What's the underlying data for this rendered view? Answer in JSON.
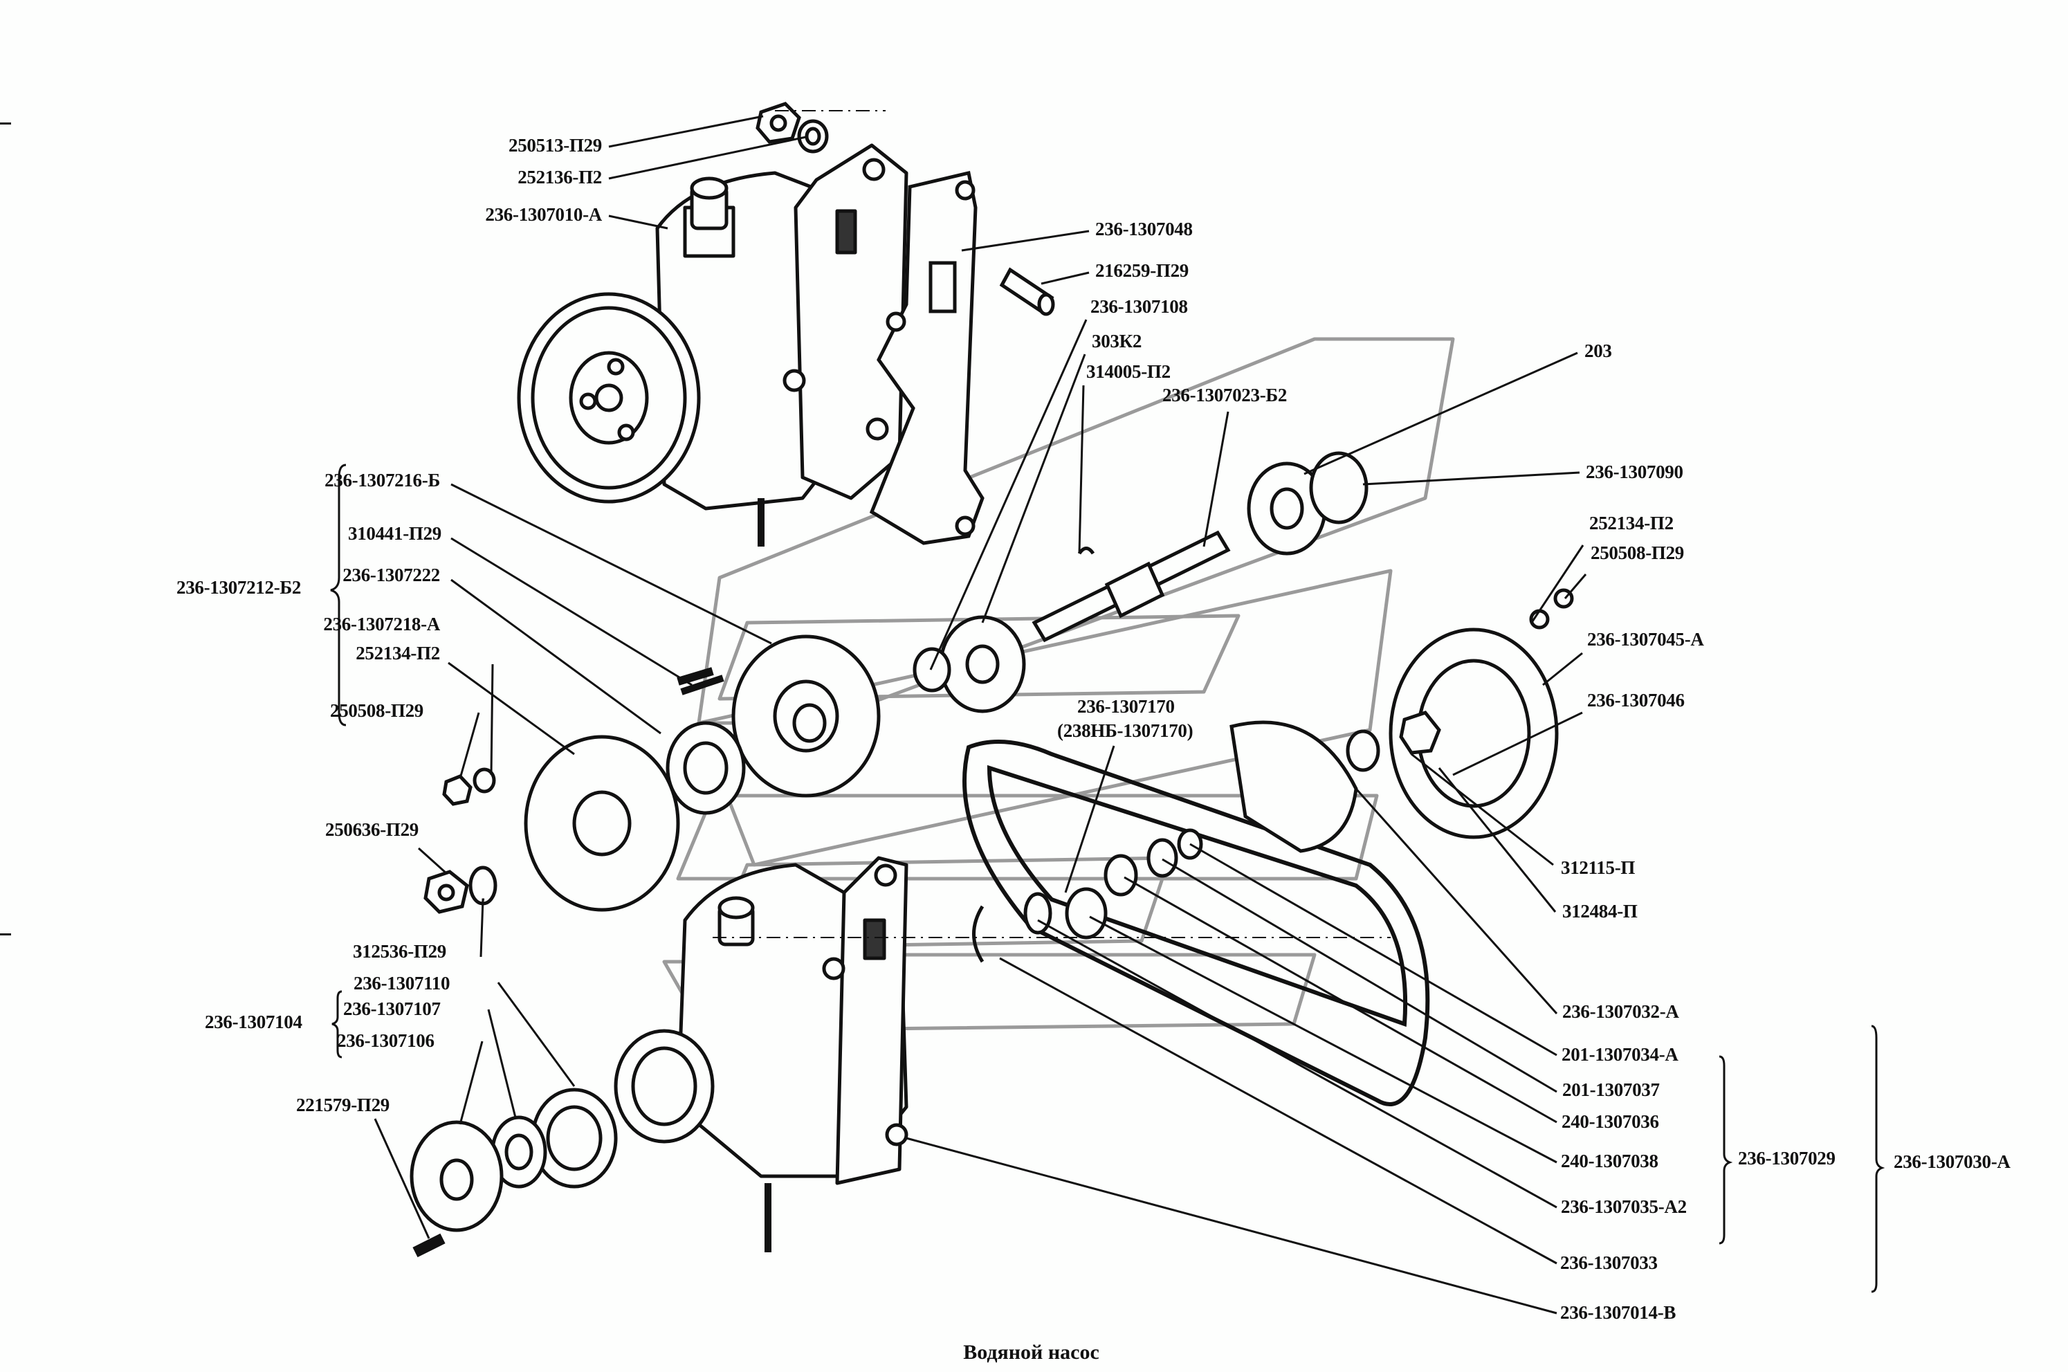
{
  "title": "Водяной насос",
  "watermark_color": "#9a9a9a",
  "line_color": "#111111",
  "labels": {
    "n250513_p29": "250513-П29",
    "n252136_p2": "252136-П2",
    "n236_1307010_a": "236-1307010-А",
    "n236_1307048": "236-1307048",
    "n216259_p29": "216259-П29",
    "n236_1307108": "236-1307108",
    "n303k2": "303К2",
    "n314005_p2": "314005-П2",
    "n236_1307023_b2": "236-1307023-Б2",
    "n203": "203",
    "n236_1307090": "236-1307090",
    "n252134_p2_right": "252134-П2",
    "n250508_p29_right": "250508-П29",
    "n236_1307045_a": "236-1307045-А",
    "n236_1307046": "236-1307046",
    "n236_1307170": "236-1307170",
    "n238nb_1307170": "(238НБ-1307170)",
    "n312115_p": "312115-П",
    "n312484_p": "312484-П",
    "n236_1307032_a": "236-1307032-А",
    "n201_1307034_a": "201-1307034-А",
    "n201_1307037": "201-1307037",
    "n240_1307036": "240-1307036",
    "n240_1307038": "240-1307038",
    "n236_1307035_a2": "236-1307035-А2",
    "n236_1307033": "236-1307033",
    "n236_1307014_v": "236-1307014-В",
    "n236_1307029": "236-1307029",
    "n236_1307030_a": "236-1307030-А",
    "n236_1307212_b2": "236-1307212-Б2",
    "n236_1307216_b": "236-1307216-Б",
    "n310441_p29": "310441-П29",
    "n236_1307222": "236-1307222",
    "n236_1307218_a": "236-1307218-А",
    "n252134_p2_left": "252134-П2",
    "n250508_p29_left": "250508-П29",
    "n250636_p29": "250636-П29",
    "n312536_p29": "312536-П29",
    "n236_1307110": "236-1307110",
    "n236_1307104": "236-1307104",
    "n236_1307107": "236-1307107",
    "n236_1307106": "236-1307106",
    "n221579_p29": "221579-П29"
  },
  "assemblies": [
    {
      "id": "236-1307212-Б2",
      "members": [
        "236-1307216-Б",
        "310441-П29",
        "236-1307222",
        "236-1307218-А",
        "252134-П2",
        "250508-П29"
      ]
    },
    {
      "id": "236-1307104",
      "members": [
        "236-1307107",
        "236-1307106"
      ]
    },
    {
      "id": "236-1307029",
      "members": [
        "201-1307034-А",
        "201-1307037",
        "240-1307036",
        "240-1307038",
        "236-1307035-А2"
      ]
    },
    {
      "id": "236-1307030-А",
      "members": [
        "236-1307032-А",
        "201-1307034-А",
        "201-1307037",
        "240-1307036",
        "240-1307038",
        "236-1307035-А2",
        "236-1307033"
      ]
    }
  ]
}
